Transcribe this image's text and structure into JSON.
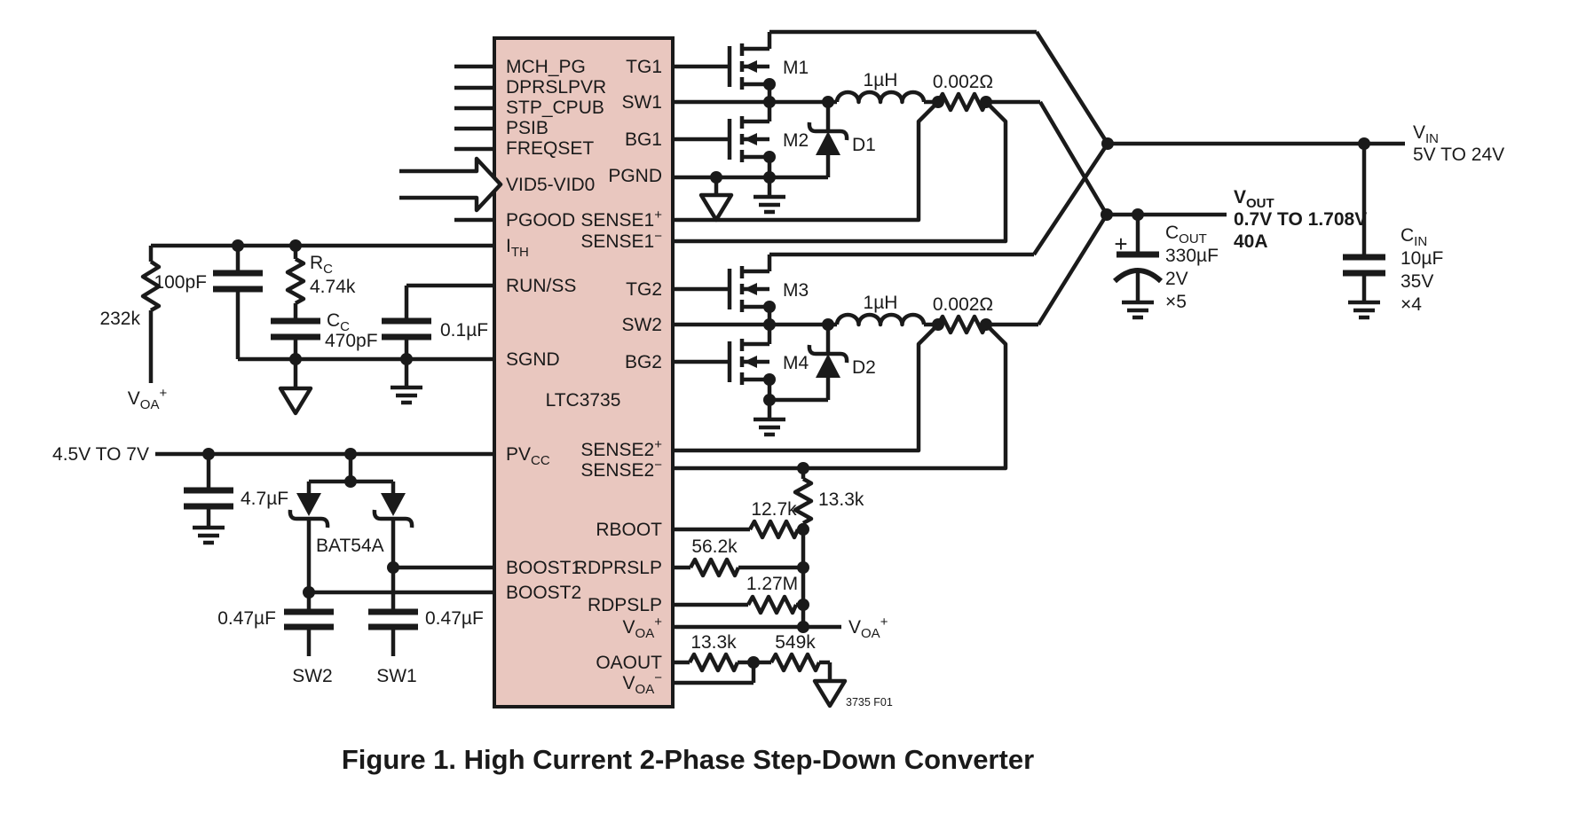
{
  "ic": {
    "part": "LTC3735",
    "pins": {
      "mch_pg": "MCH_PG",
      "dprslpvr": "DPRSLPVR",
      "stp_cpub": "STP_CPUB",
      "psib": "PSIB",
      "freqset": "FREQSET",
      "vid": "VID5-VID0",
      "pgood": "PGOOD",
      "ith_base": "I",
      "ith_sub": "TH",
      "run_ss": "RUN/SS",
      "sgnd": "SGND",
      "pvcc_base": "PV",
      "pvcc_sub": "CC",
      "boost1": "BOOST1",
      "boost2": "BOOST2",
      "tg1": "TG1",
      "sw1": "SW1",
      "bg1": "BG1",
      "pgnd": "PGND",
      "sense1p_base": "SENSE1",
      "sense1p_sup": "+",
      "sense1m_base": "SENSE1",
      "sense1m_sup": "−",
      "tg2": "TG2",
      "sw2": "SW2",
      "bg2": "BG2",
      "sense2p_base": "SENSE2",
      "sense2p_sup": "+",
      "sense2m_base": "SENSE2",
      "sense2m_sup": "−",
      "rboot": "RBOOT",
      "rdprslp": "RDPRSLP",
      "rdpslp": "RDPSLP",
      "voa_p_base": "V",
      "voa_p_sub": "OA",
      "voa_p_sup": "+",
      "oaout": "OAOUT",
      "voa_m_base": "V",
      "voa_m_sub": "OA",
      "voa_m_sup": "−"
    }
  },
  "phase1": {
    "m1": "M1",
    "m2": "M2",
    "d1": "D1",
    "inductor": "1µH",
    "sense_resistor": "0.002Ω"
  },
  "phase2": {
    "m3": "M3",
    "m4": "M4",
    "d2": "D2",
    "inductor": "1µH",
    "sense_resistor": "0.002Ω"
  },
  "rails": {
    "vin_base": "V",
    "vin_sub": "IN",
    "vin_range": "5V TO 24V",
    "vout_base": "V",
    "vout_sub": "OUT",
    "vout_range": "0.7V TO 1.708V",
    "vout_current": "40A",
    "cout_plus": "+",
    "cout_base": "C",
    "cout_sub": "OUT",
    "cout_value": "330µF",
    "cout_voltage": "2V",
    "cout_count": "×5",
    "cin_base": "C",
    "cin_sub": "IN",
    "cin_value": "10µF",
    "cin_voltage": "35V",
    "cin_count": "×4"
  },
  "compensation": {
    "r232": "232k",
    "c100": "100pF",
    "rc_base": "R",
    "rc_sub": "C",
    "rc_value": "4.74k",
    "cc_base": "C",
    "cc_sub": "C",
    "cc_value": "470pF",
    "css": "0.1µF",
    "voa_base": "V",
    "voa_sub": "OA",
    "voa_sup": "+"
  },
  "supply": {
    "range": "4.5V TO 7V",
    "c_bypass": "4.7µF",
    "diode": "BAT54A",
    "c_boost2": "0.47µF",
    "c_boost1": "0.47µF",
    "sw2": "SW2",
    "sw1": "SW1"
  },
  "feedback": {
    "r_sense2": "13.3k",
    "r_boot": "12.7k",
    "r_dprslp": "56.2k",
    "r_dpslp": "1.27M",
    "r_oaout": "13.3k",
    "r_549": "549k",
    "voa_base": "V",
    "voa_sub": "OA",
    "voa_sup": "+",
    "fig_note": "3735 F01"
  },
  "caption": "Figure 1. High Current 2-Phase Step-Down Converter"
}
